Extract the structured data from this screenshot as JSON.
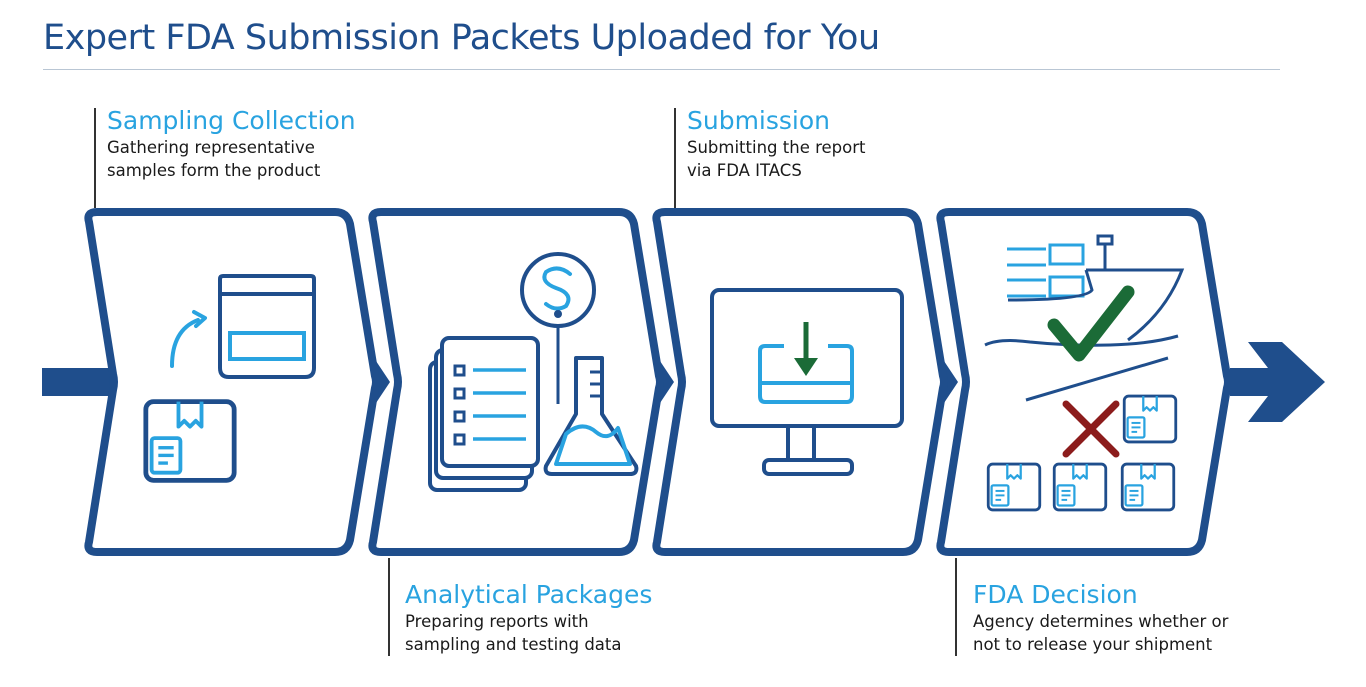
{
  "title": "Expert FDA Submission Packets Uploaded for You",
  "colors": {
    "primary_navy": "#1f4e8c",
    "accent_blue": "#29a3e0",
    "approve_green": "#1b6b37",
    "reject_red": "#8c1c1c"
  },
  "steps": [
    {
      "heading": "Sampling Collection",
      "lines": [
        "Gathering representative",
        "samples form the product"
      ],
      "icons": [
        "curved-arrow-icon",
        "sample-bag-icon",
        "package-box-icon"
      ]
    },
    {
      "heading": "Analytical Packages",
      "lines": [
        "Preparing reports with",
        "sampling and testing data"
      ],
      "icons": [
        "report-stack-icon",
        "magnifier-icon",
        "flask-icon"
      ]
    },
    {
      "heading": "Submission",
      "lines": [
        "Submitting the report",
        "via FDA ITACS"
      ],
      "icons": [
        "monitor-upload-icon"
      ]
    },
    {
      "heading": "FDA Decision",
      "lines": [
        "Agency determines whether or",
        "not to release your shipment"
      ],
      "icons": [
        "cargo-ship-icon",
        "approve-check-icon",
        "reject-x-icon",
        "package-box-icon"
      ]
    }
  ]
}
